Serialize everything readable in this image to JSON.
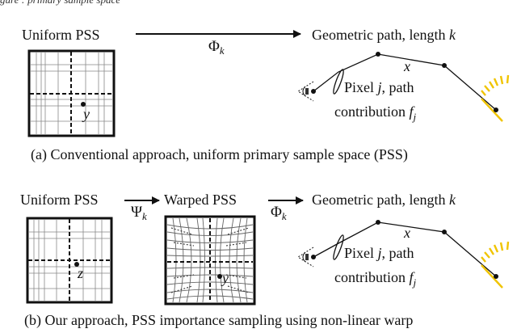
{
  "top_cut_text": "gure : primary sample space",
  "panel_a": {
    "uniform_label": "Uniform PSS",
    "map_symbol": "Φ",
    "map_sub": "k",
    "path_label_prefix": "Geometric path, length ",
    "path_label_var": "k",
    "vertex_label": "x",
    "sample_point_label": "y",
    "pixel_line1_prefix": "Pixel ",
    "pixel_var": "j",
    "pixel_line1_suffix": ", path",
    "pixel_line2_prefix": "contribution ",
    "pixel_line2_var": "f",
    "pixel_line2_sub": "j",
    "caption": "(a) Conventional approach, uniform primary sample space (PSS)"
  },
  "panel_b": {
    "uniform_label": "Uniform PSS",
    "warp_symbol": "Ψ",
    "warp_sub": "k",
    "warped_label": "Warped PSS",
    "map_symbol": "Φ",
    "map_sub": "k",
    "path_label_prefix": "Geometric path, length ",
    "path_label_var": "k",
    "vertex_label": "x",
    "uniform_point_label": "z",
    "warped_point_label": "y",
    "pixel_line1_prefix": "Pixel ",
    "pixel_var": "j",
    "pixel_line1_suffix": ", path",
    "pixel_line2_prefix": "contribution ",
    "pixel_line2_var": "f",
    "pixel_line2_sub": "j",
    "caption": "(b) Our approach, PSS importance sampling using non-linear warp"
  }
}
